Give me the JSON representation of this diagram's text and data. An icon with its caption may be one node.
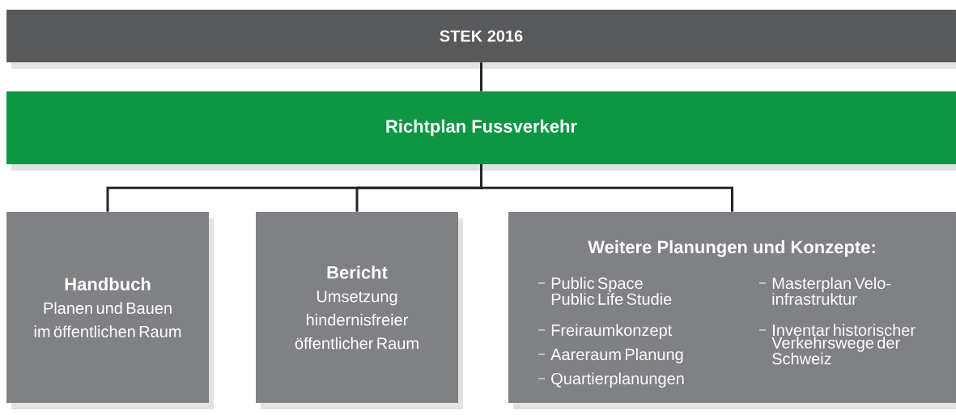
{
  "diagram": {
    "nodes": [
      {
        "text": [
          "STEK 2016"
        ]
      },
      {
        "text": [
          "Richtplan Fussverkehr"
        ]
      },
      {
        "text": [
          "Handbuch",
          "Planen und Bauen im öffentlichen Raum"
        ]
      },
      {
        "text": [
          "Bericht",
          "Umsetzung hindernisfreier öffentlicher Raum"
        ]
      },
      {
        "text": [
          "Weitere Planungen und Konzepte:",
          "Public Space Public Life Studie",
          "Freiraumkonzept",
          "Aareraum Planung",
          "Quartierplanungen",
          "Masterplan Velo-infrastruktur",
          "Inventar historischer Verkehrswege der Schweiz"
        ]
      }
    ],
    "edges": [
      {
        "from": 0,
        "to": 1,
        "arrow": "none"
      },
      {
        "from": 1,
        "to": 2,
        "arrow": "none"
      },
      {
        "from": 1,
        "to": 3,
        "arrow": "none"
      },
      {
        "from": 1,
        "to": 4,
        "arrow": "none"
      }
    ]
  }
}
